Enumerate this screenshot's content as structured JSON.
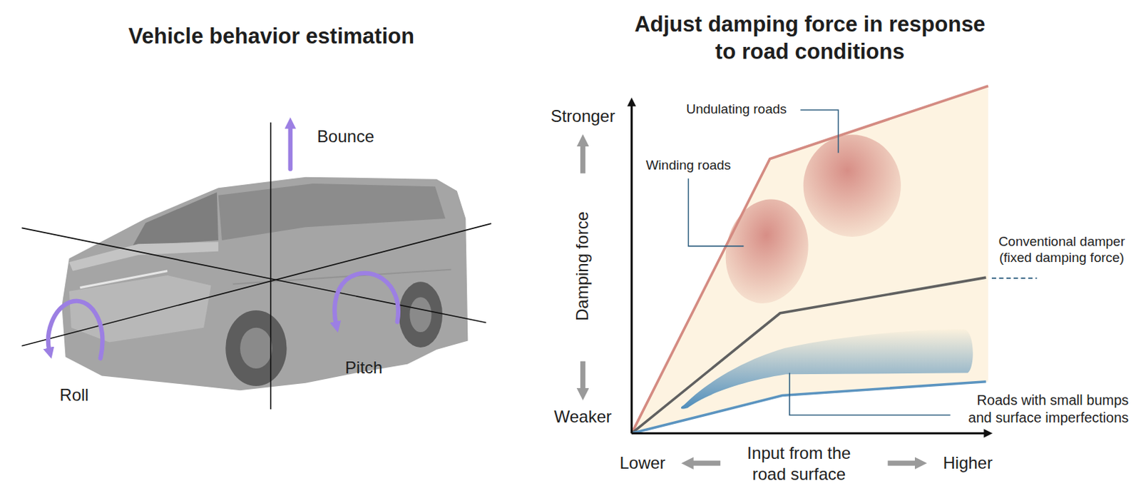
{
  "diagram": {
    "labels": [
      "Vehicle behavior estimation",
      "Adjust damping force in response to road conditions",
      "Bounce",
      "Roll",
      "Pitch",
      "Stronger",
      "Weaker",
      "Damping force",
      "Lower",
      "Input from the road surface",
      "Higher",
      "Undulating roads",
      "Winding roads",
      "Conventional damper (fixed damping force)",
      "Roads with small bumps and surface imperfections"
    ]
  }
}
